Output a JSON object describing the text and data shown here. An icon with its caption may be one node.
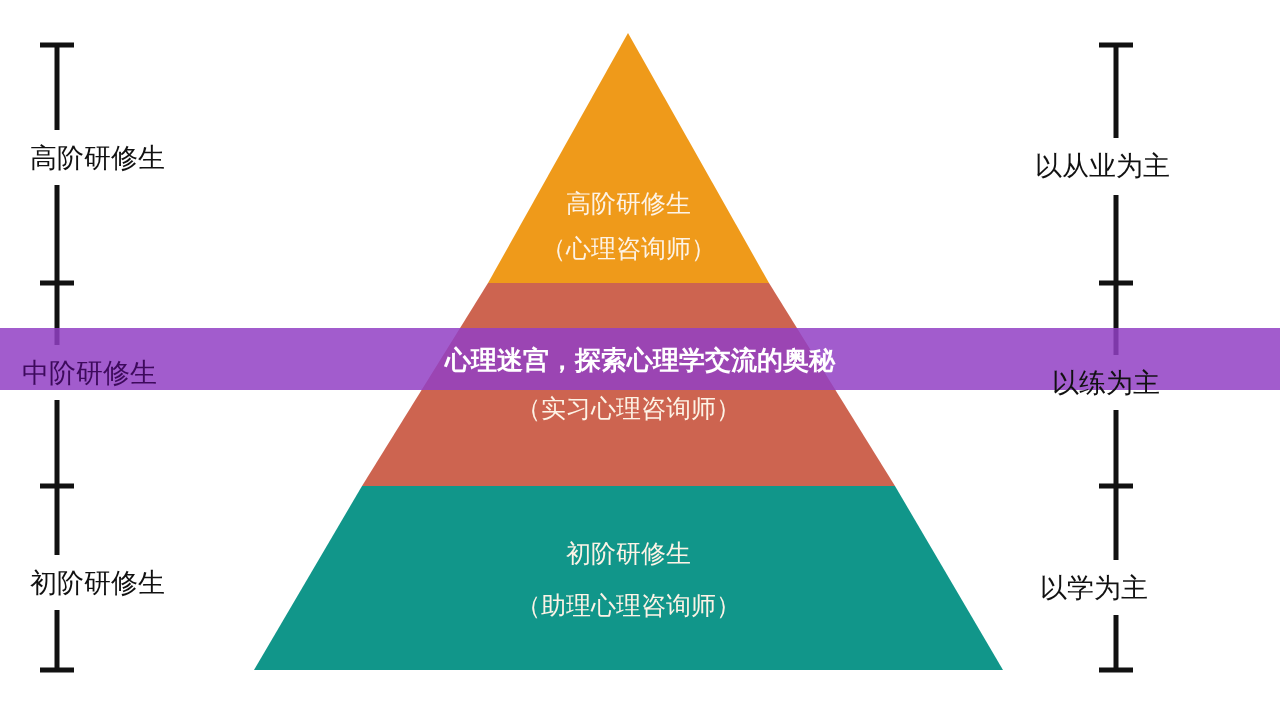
{
  "diagram": {
    "title": "心理迷宫，探索心理学交流的奥秘",
    "nodes": [
      {
        "text": [
          "高阶研修生",
          "（心理咨询师）"
        ]
      },
      {
        "text": [
          "（实习心理咨询师）"
        ]
      },
      {
        "text": [
          "初阶研修生",
          "（助理心理咨询师）"
        ]
      }
    ],
    "labels": [
      "高阶研修生",
      "以从业为主",
      "中阶研修生",
      "以练为主",
      "初阶研修生",
      "以学为主"
    ]
  }
}
